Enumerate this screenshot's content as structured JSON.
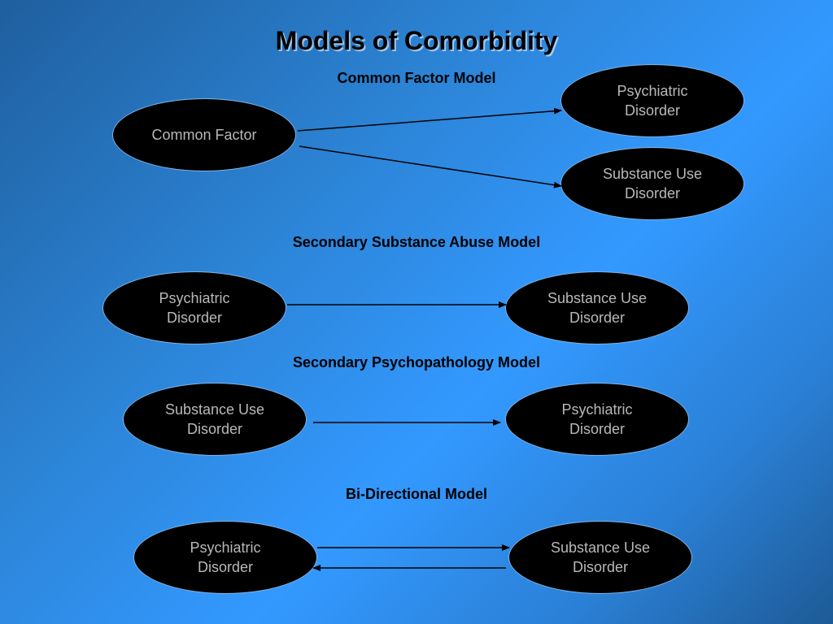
{
  "slide": {
    "title": "Models of Comorbidity"
  },
  "models": [
    {
      "heading": "Common Factor Model",
      "nodes": [
        "Common Factor",
        "Psychiatric Disorder",
        "Substance Use Disorder"
      ]
    },
    {
      "heading": "Secondary Substance Abuse Model",
      "nodes": [
        "Psychiatric Disorder",
        "Substance Use Disorder"
      ]
    },
    {
      "heading": "Secondary Psychopathology Model",
      "nodes": [
        "Substance Use Disorder",
        "Psychiatric Disorder"
      ]
    },
    {
      "heading": "Bi-Directional Model",
      "nodes": [
        "Psychiatric Disorder",
        "Substance Use Disorder"
      ]
    }
  ],
  "colors": {
    "node_fill": "#000000",
    "node_text": "#b8b8b8",
    "arrow": "#000000"
  }
}
